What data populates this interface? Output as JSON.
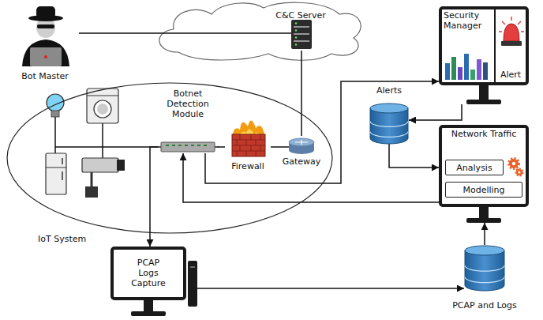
{
  "diagram": {
    "nodes": [
      {
        "text": [
          "Bot Master"
        ]
      },
      {
        "text": [
          "C&C Server"
        ]
      },
      {
        "text": [
          "Security Manager"
        ]
      },
      {
        "text": [
          "Alert"
        ],
        "in": 2
      },
      {
        "text": [
          "Alerts"
        ]
      },
      {
        "text": [
          "IoT System"
        ]
      },
      {
        "text": [
          "Botnet Detection Module"
        ],
        "in": 5
      },
      {
        "text": [
          "Firewall"
        ],
        "in": 5
      },
      {
        "text": [
          "Gateway"
        ],
        "in": 5
      },
      {
        "text": [
          "Network Traffic"
        ]
      },
      {
        "text": [
          "Analysis"
        ],
        "in": 9
      },
      {
        "text": [
          "Modelling"
        ],
        "in": 9
      },
      {
        "text": [
          "PCAP Logs Capture"
        ]
      },
      {
        "text": [
          "PCAP and Logs"
        ]
      }
    ],
    "edges": [
      {
        "from": 0,
        "to": 1,
        "arrow": "none"
      },
      {
        "from": 1,
        "to": 8,
        "arrow": "none"
      },
      {
        "from": 6,
        "to": 7,
        "arrow": "none"
      },
      {
        "from": 7,
        "to": 8,
        "arrow": "none"
      },
      {
        "from": 6,
        "to": 2,
        "arrow": "to"
      },
      {
        "from": 2,
        "to": 4,
        "arrow": "to"
      },
      {
        "from": 4,
        "to": 9,
        "arrow": "to"
      },
      {
        "from": 9,
        "to": 6,
        "arrow": "to"
      },
      {
        "from": 6,
        "to": 12,
        "arrow": "to"
      },
      {
        "from": 12,
        "to": 13,
        "arrow": "to"
      },
      {
        "from": 13,
        "to": 9,
        "arrow": "to"
      }
    ]
  }
}
